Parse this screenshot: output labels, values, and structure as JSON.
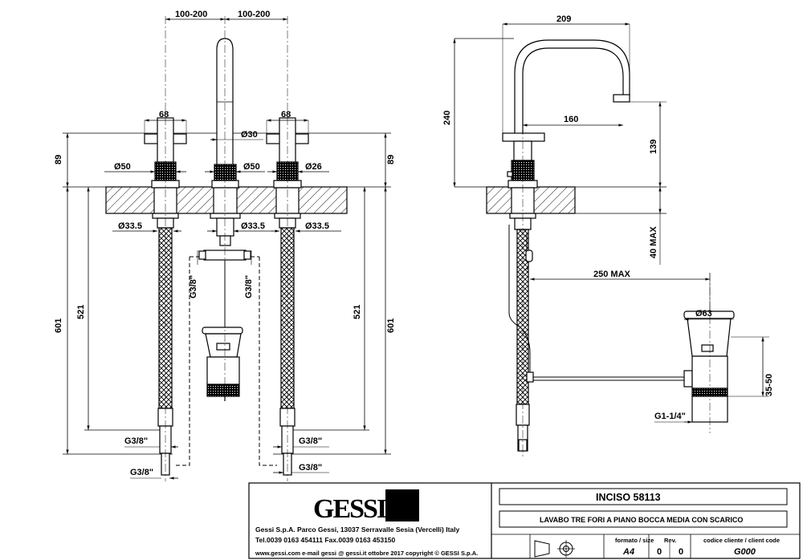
{
  "drawing": {
    "front_view": {
      "spacing_left": "100-200",
      "spacing_right": "100-200",
      "handle_left_width": "68",
      "handle_right_width": "68",
      "spout_diameter": "Ø30",
      "base_diameter_left": "Ø50",
      "base_diameter_center": "Ø50",
      "base_diameter_right": "Ø26",
      "height_left": "89",
      "height_right": "89",
      "shank_left": "Ø33.5",
      "shank_center": "Ø33.5",
      "shank_right": "Ø33.5",
      "hose_length_left": "521",
      "hose_length_right": "521",
      "total_length_left": "601",
      "total_length_right": "601",
      "tee_left_thread": "G3/8\"",
      "tee_right_thread": "G3/8\"",
      "conn_left_upper": "G3/8\"",
      "conn_left_lower": "G3/8\"",
      "conn_right_upper": "G3/8\"",
      "conn_right_lower": "G3/8\""
    },
    "side_view": {
      "spout_reach": "209",
      "spout_height": "240",
      "handle_reach": "160",
      "handle_height": "139",
      "deck_thickness": "40 MAX",
      "rod_length": "250 MAX",
      "waste_diameter": "Ø63",
      "waste_height": "35-50",
      "waste_thread": "G1-1/4\""
    }
  },
  "title_block": {
    "brand": "GESSI",
    "product_title": "INCISO  58113",
    "description": "LAVABO TRE FORI A PIANO BOCCA MEDIA CON SCARICO",
    "address_line1": "Gessi S.p.A. Parco Gessi, 13037 Serravalle Sesia (Vercelli) Italy",
    "address_line2": "Tel.0039  0163  454111  Fax.0039  0163  453150",
    "address_line3": "www.gessi.com   e-mail  gessi @ gessi.it    ottobre  2017    copyright © GESSI  S.p.A.",
    "format_label": "formato / size",
    "format_value": "A4",
    "rev_label": "Rev.",
    "rev_value_1": "0",
    "rev_value_2": "0",
    "client_code_label": "codice cliente / client code",
    "client_code_value": "G000"
  }
}
